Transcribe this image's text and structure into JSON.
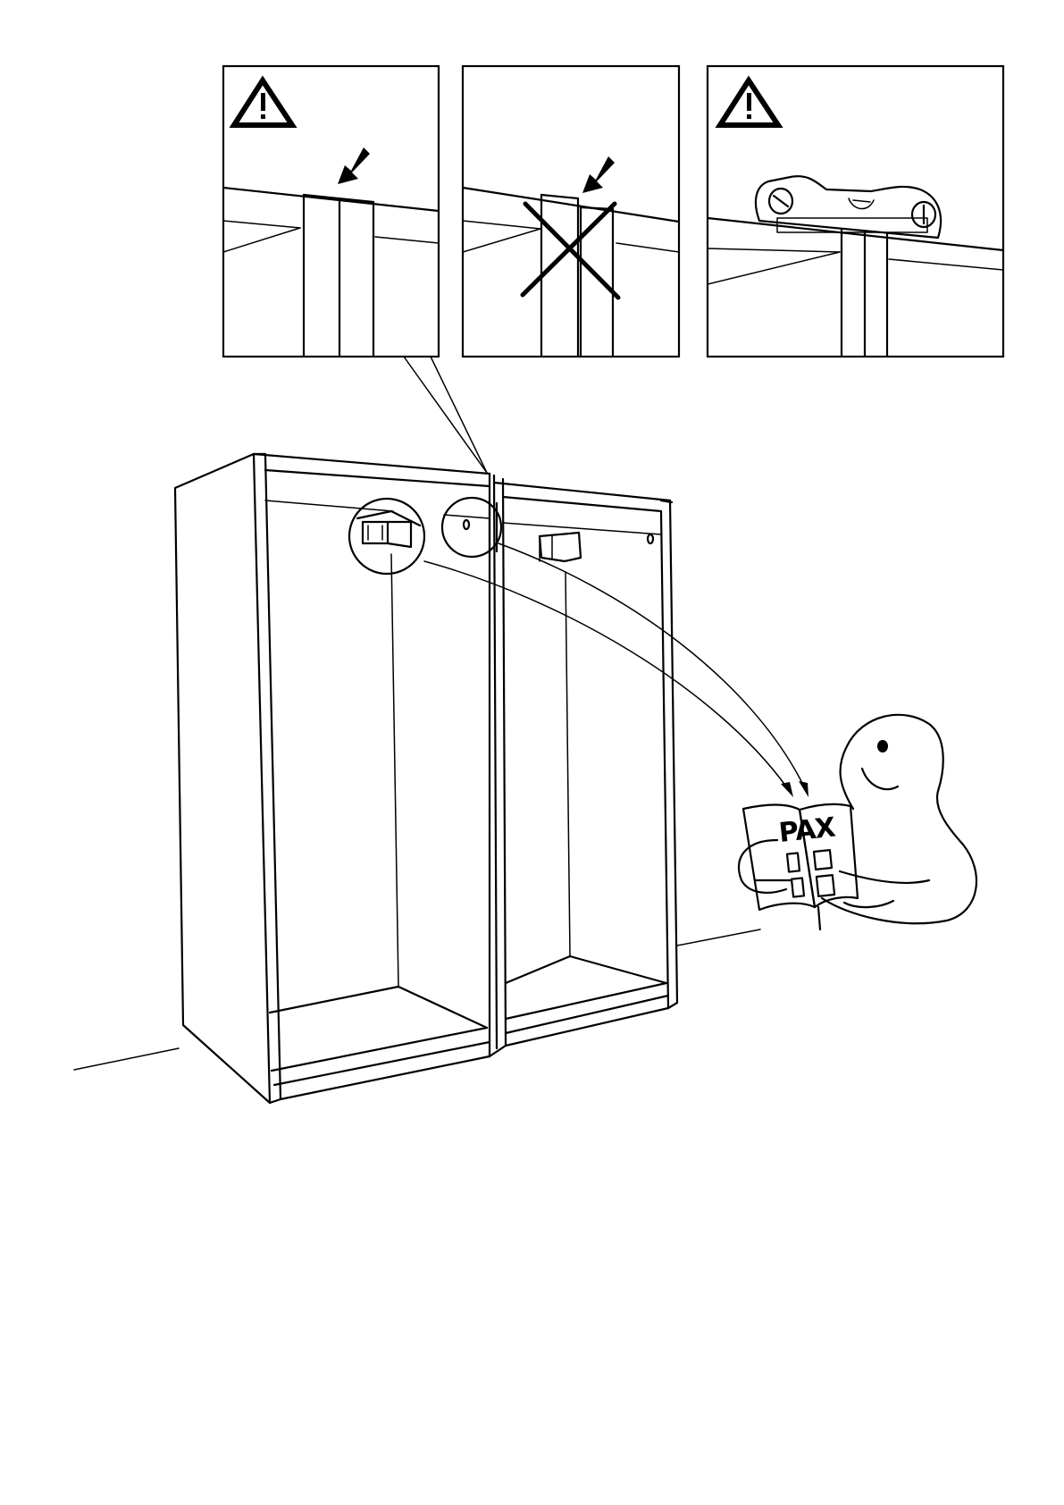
{
  "diagram": {
    "panels": [
      {
        "id": "panel-1",
        "warning": true,
        "crossed_out": false,
        "icon": "warning-triangle-icon"
      },
      {
        "id": "panel-2",
        "warning": false,
        "crossed_out": true,
        "icon": "cross-mark-icon"
      },
      {
        "id": "panel-3",
        "warning": true,
        "crossed_out": false,
        "icon": "warning-triangle-icon"
      }
    ],
    "booklet": {
      "title": "PAX"
    },
    "colors": {
      "line": "#000000",
      "background": "#ffffff"
    }
  }
}
